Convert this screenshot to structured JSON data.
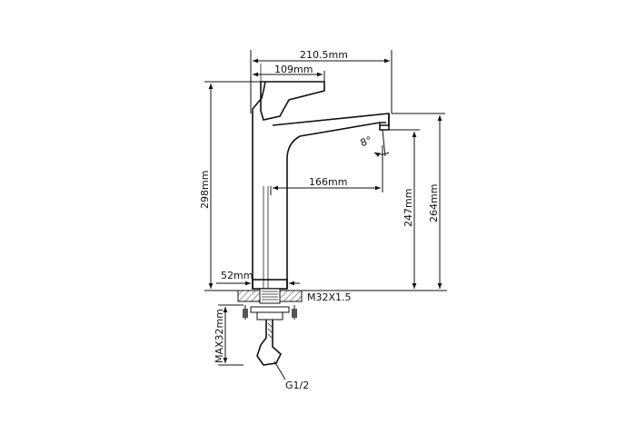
{
  "drawing": {
    "dimensions": {
      "overall_width": "210.5mm",
      "handle_width": "109mm",
      "spout_reach": "166mm",
      "overall_height": "298mm",
      "spout_height": "247mm",
      "aerator_height": "264mm",
      "base_diameter": "52mm",
      "max_thickness": "MAX32mm",
      "spout_angle": "8°"
    },
    "labels": {
      "thread": "M32X1.5",
      "connection": "G1/2"
    }
  }
}
